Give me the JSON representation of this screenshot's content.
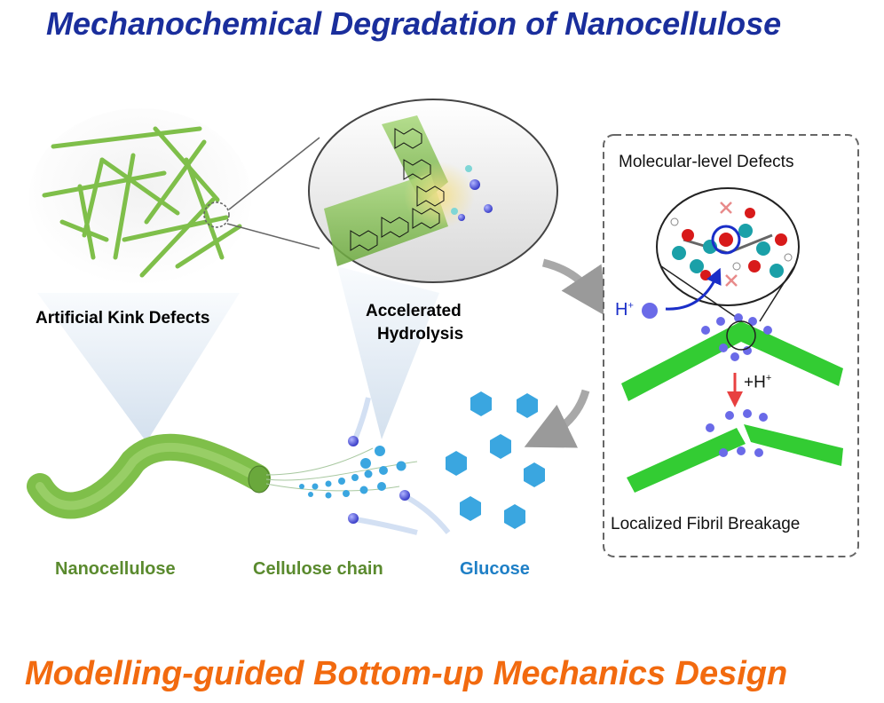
{
  "title": "Mechanochemical Degradation of Nanocellulose",
  "subtitle": "Modelling-guided Bottom-up Mechanics Design",
  "labels": {
    "artificial_kink_defects": "Artificial Kink Defects",
    "accelerated_line1": "Accelerated",
    "accelerated_line2": "Hydrolysis",
    "nanocellulose": "Nanocellulose",
    "cellulose_chain": "Cellulose chain",
    "glucose": "Glucose"
  },
  "panel": {
    "heading": "Molecular-level Defects",
    "proton": "H",
    "proton_sup": "+",
    "add_proton": "+H",
    "add_proton_sup": "+",
    "footer": "Localized Fibril Breakage"
  },
  "colors": {
    "title_blue": "#1a2e9c",
    "subtitle_orange": "#f26a0f",
    "fibril_green": "#7fbf4a",
    "label_green": "#5a8a2e",
    "glucose_blue": "#1e7fc6",
    "hexagon_blue": "#3aa6e0",
    "kink_green": "#33cc33",
    "proton_purple": "#6a6ae8",
    "arrow_red": "#e84040"
  }
}
